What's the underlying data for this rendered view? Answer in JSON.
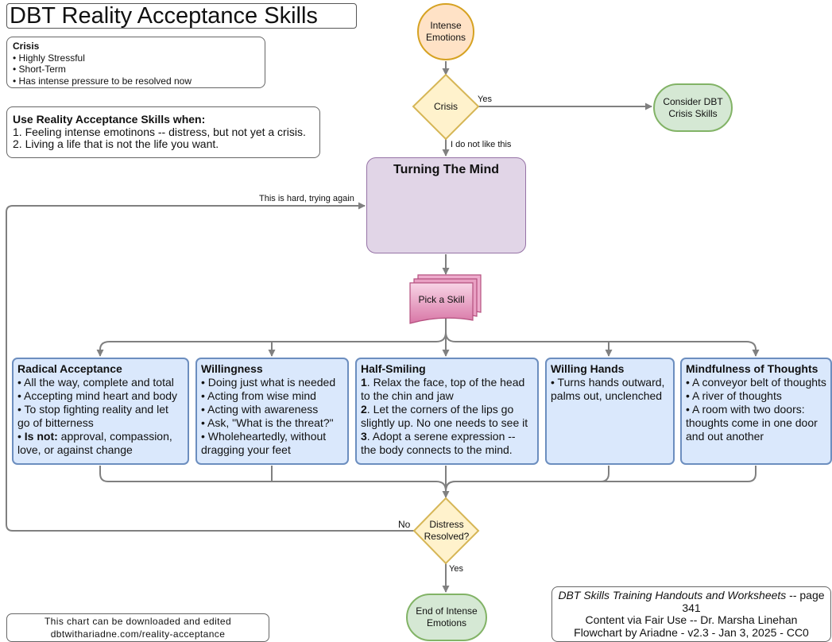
{
  "title": "DBT Reality Acceptance Skills",
  "crisis_note": {
    "heading": "Crisis",
    "items": [
      "• Highly Stressful",
      "• Short-Term",
      "• Has intense pressure to be resolved now"
    ]
  },
  "when_note": {
    "heading": "Use Reality Acceptance Skills when:",
    "items": [
      "1. Feeling intense emotinons -- distress, but not yet a crisis.",
      "2. Living a life that is not the life you want."
    ]
  },
  "nodes": {
    "start": "Intense Emotions",
    "crisis": "Crisis",
    "consider": "Consider DBT Crisis Skills",
    "turning": "Turning The Mind",
    "pick": "Pick a Skill",
    "distress": "Distress Resolved?",
    "end": "End of Intense Emotions"
  },
  "edge_labels": {
    "yes_crisis": "Yes",
    "no_crisis": "I do not like this",
    "retry": "This is hard, trying again",
    "no_resolved": "No",
    "yes_resolved": "Yes"
  },
  "skills": [
    {
      "title": "Radical Acceptance",
      "lines": [
        "• All the way, complete and total",
        "• Accepting mind heart and body",
        "• To stop fighting reality and let go of bitterness"
      ],
      "not_label": "Is not:",
      "not_text": " approval, compassion, love, or against change"
    },
    {
      "title": "Willingness",
      "lines": [
        "• Doing just what is needed",
        "• Acting from wise mind",
        "• Acting with awareness",
        "• Ask, \"What is the threat?\"",
        "• Wholeheartedly, without dragging your feet"
      ]
    },
    {
      "title": "Half-Smiling",
      "steps": [
        {
          "num": "1",
          "text": ". Relax the face, top of the head to the chin and jaw"
        },
        {
          "num": "2",
          "text": ". Let the corners of the lips go slightly up. No one needs to see it"
        },
        {
          "num": "3",
          "text": ". Adopt a serene expression -- the body connects to the mind."
        }
      ]
    },
    {
      "title": "Willing Hands",
      "lines": [
        "• Turns hands outward, palms out, unclenched"
      ]
    },
    {
      "title": "Mindfulness of Thoughts",
      "lines": [
        "• A conveyor belt of thoughts",
        "• A river of thoughts",
        "• A room with two doors: thoughts come in one door and out another"
      ]
    }
  ],
  "credit": {
    "source": "DBT Skills Training Handouts and Worksheets",
    "page": " -- page 341",
    "line2": "Content via Fair Use -- Dr. Marsha Linehan",
    "line3": "Flowchart by Ariadne - v2.3 - Jan 3, 2025 - CC0"
  },
  "download_note": {
    "line1": "This chart can be downloaded and edited",
    "line2": "dbtwithariadne.com/reality-acceptance"
  },
  "colors": {
    "edge": "#808080",
    "orange_fill": "#ffe2c6",
    "orange_stroke": "#d6a222",
    "diamond_fill": "#fff2cc",
    "diamond_stroke": "#d6b656",
    "green_fill": "#d5e8d4",
    "green_stroke": "#82b366",
    "purple_fill": "#e1d5e7",
    "purple_stroke": "#9673a6",
    "pink_fill": "#e6a0c4",
    "pink_stroke": "#b5507f",
    "blue_fill": "#dae8fc",
    "blue_stroke": "#6c8ebf"
  },
  "icons": [
    "diverging-arrows-icon"
  ]
}
